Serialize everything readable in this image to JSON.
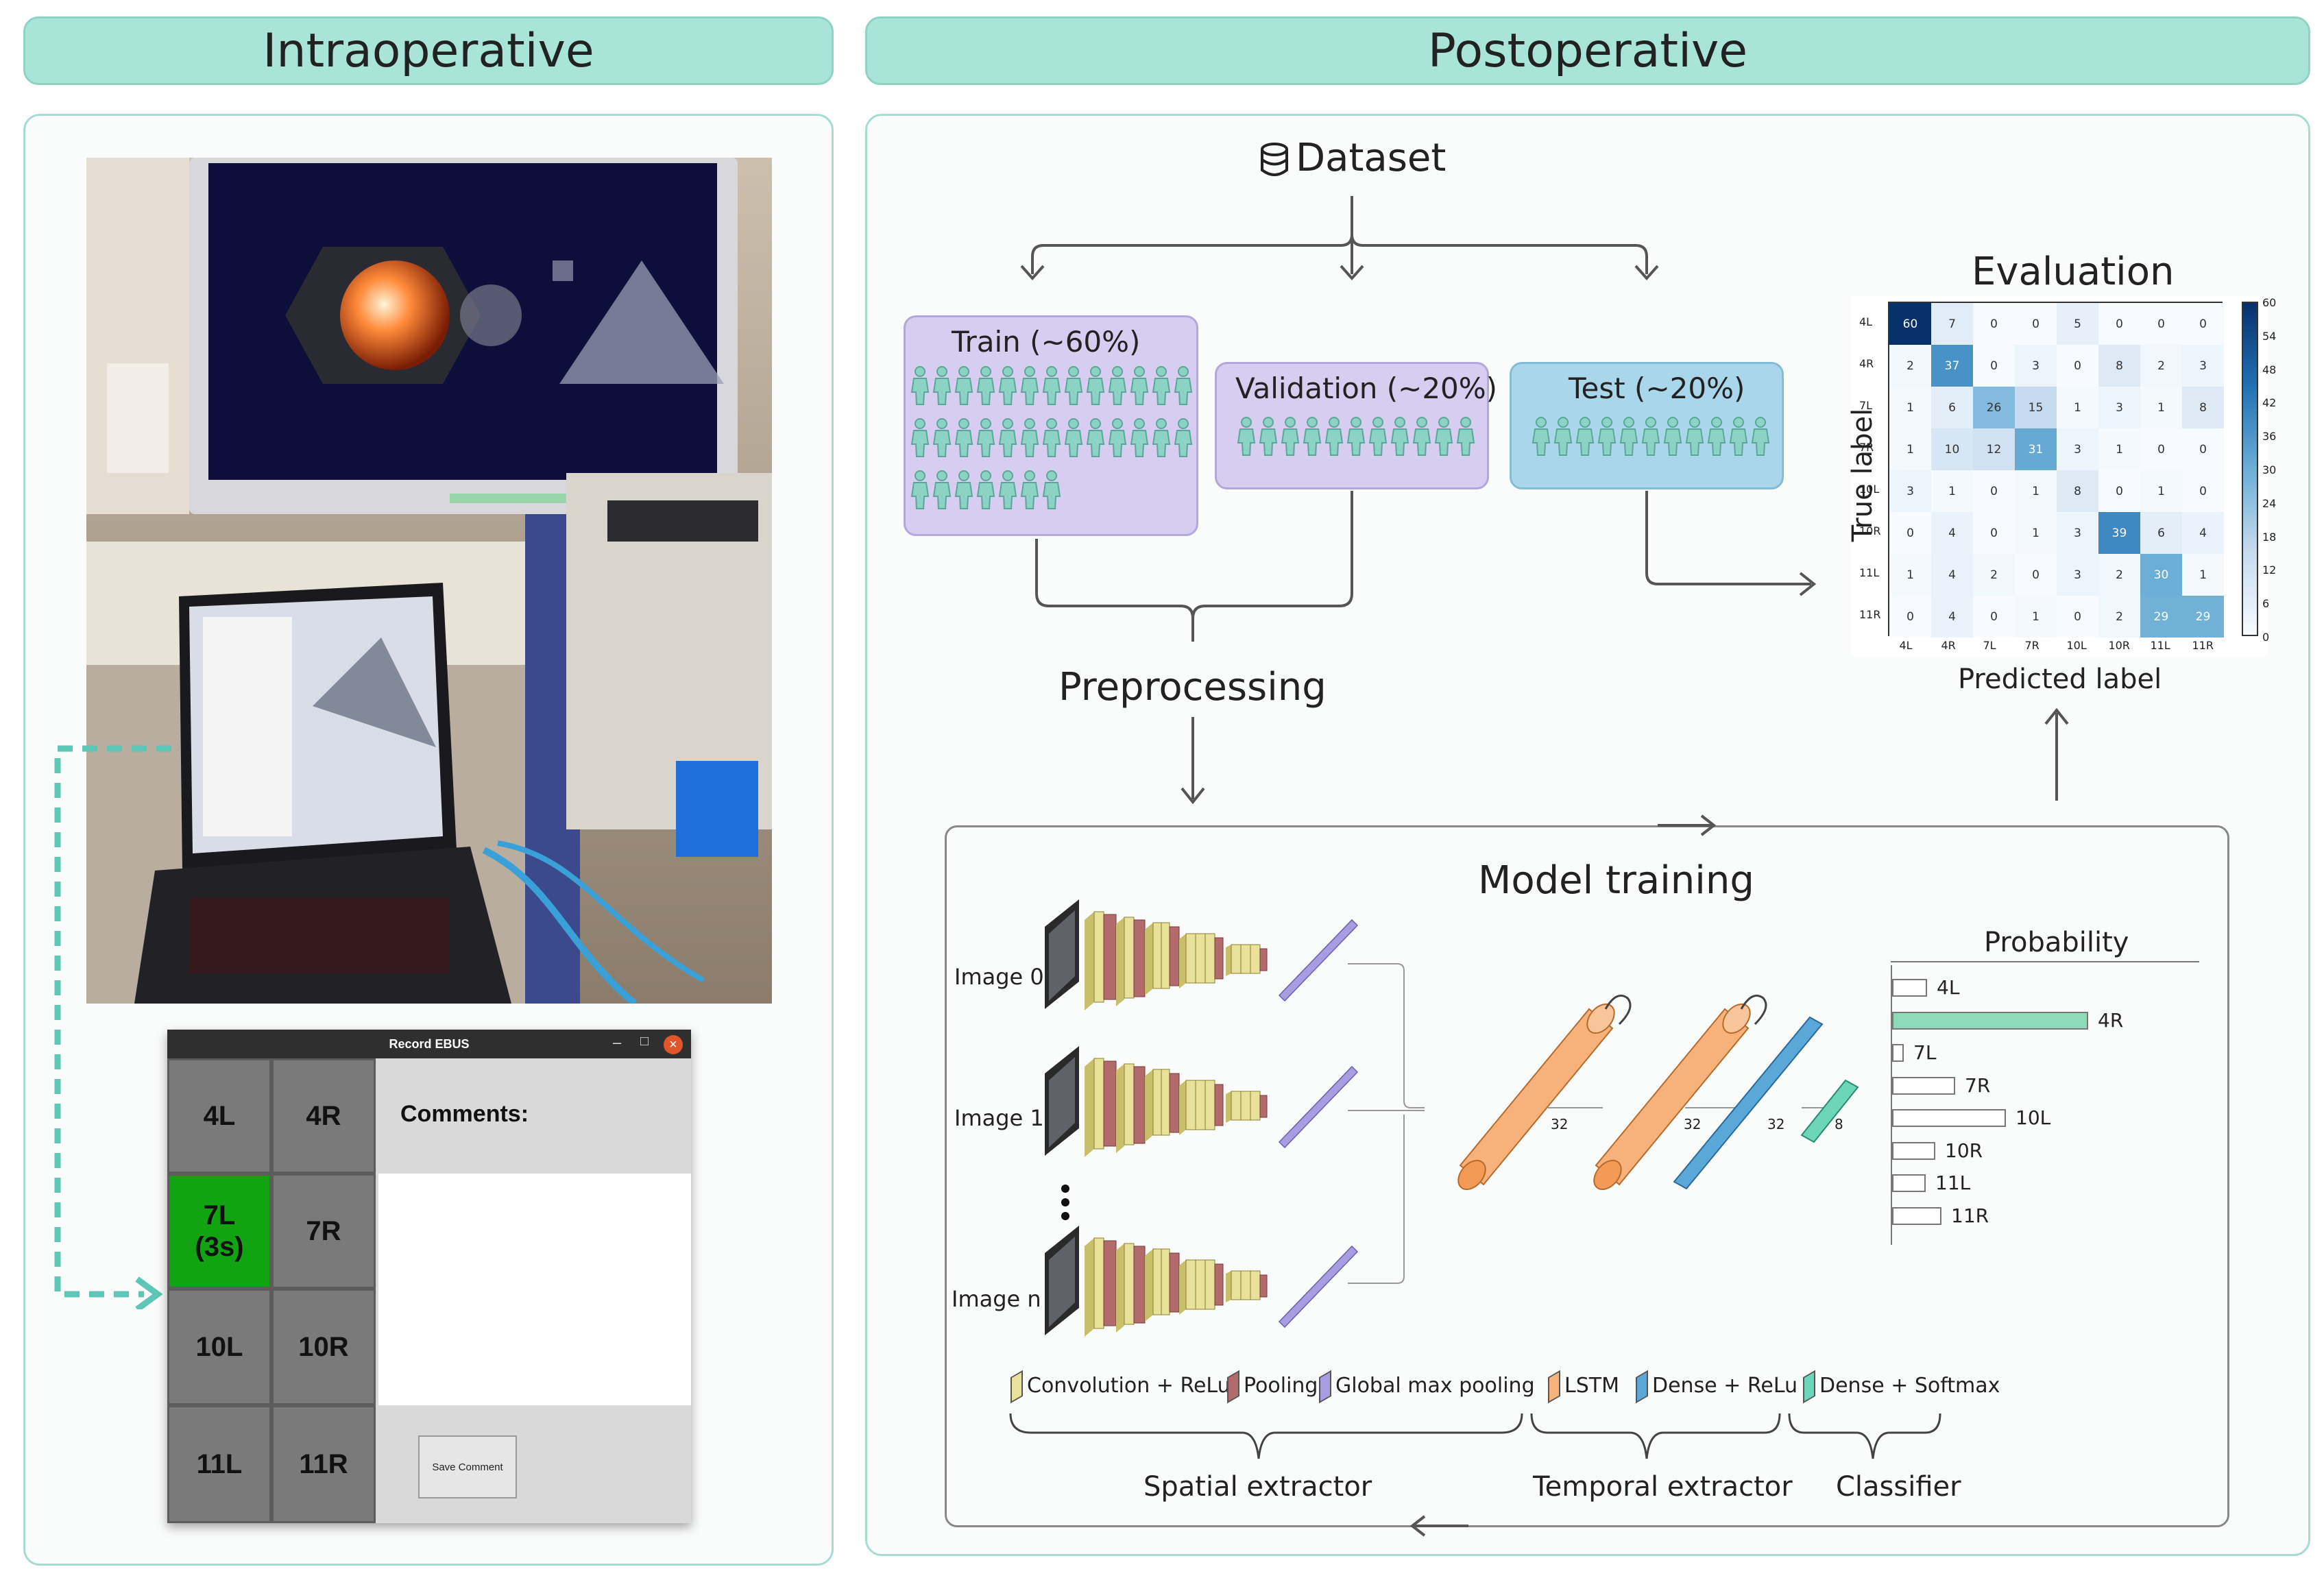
{
  "headers": {
    "intraoperative": "Intraoperative",
    "postoperative": "Postoperative"
  },
  "ebus_app": {
    "title": "Record EBUS",
    "window_controls": [
      "–",
      "□",
      "×"
    ],
    "stations": [
      {
        "label": "4L",
        "active": false
      },
      {
        "label": "4R",
        "active": false
      },
      {
        "label": "7L\n(3s)",
        "active": true
      },
      {
        "label": "7R",
        "active": false
      },
      {
        "label": "10L",
        "active": false
      },
      {
        "label": "10R",
        "active": false
      },
      {
        "label": "11L",
        "active": false
      },
      {
        "label": "11R",
        "active": false
      }
    ],
    "comments_label": "Comments:",
    "save_button": "Save Comment"
  },
  "dataset": {
    "label": "Dataset",
    "splits": [
      {
        "label": "Train (~60%)",
        "color": "#d6cdf0"
      },
      {
        "label": "Validation (~20%)",
        "color": "#d6cdf0"
      },
      {
        "label": "Test (~20%)",
        "color": "#a9d6ea"
      }
    ],
    "preprocessing": "Preprocessing"
  },
  "evaluation": {
    "title": "Evaluation",
    "ylabel": "True label",
    "xlabel": "Predicted label",
    "classes": [
      "4L",
      "4R",
      "7L",
      "7R",
      "10L",
      "10R",
      "11L",
      "11R"
    ],
    "matrix": [
      [
        60,
        7,
        0,
        0,
        5,
        0,
        0,
        0
      ],
      [
        2,
        37,
        0,
        3,
        0,
        8,
        2,
        3
      ],
      [
        1,
        6,
        26,
        15,
        1,
        3,
        1,
        8
      ],
      [
        1,
        10,
        12,
        31,
        3,
        1,
        0,
        0
      ],
      [
        3,
        1,
        0,
        1,
        8,
        0,
        1,
        0
      ],
      [
        0,
        4,
        0,
        1,
        3,
        39,
        6,
        4
      ],
      [
        1,
        4,
        2,
        0,
        3,
        2,
        30,
        1
      ],
      [
        0,
        4,
        0,
        1,
        0,
        2,
        29,
        29
      ]
    ],
    "colorbar_ticks": [
      "60",
      "54",
      "48",
      "42",
      "36",
      "30",
      "24",
      "18",
      "12",
      "6",
      "0"
    ],
    "vmax": 60
  },
  "model_training": {
    "title": "Model training",
    "inputs": [
      "Image 0",
      "Image 1",
      "Image n"
    ],
    "layer_sizes": [
      "32",
      "32",
      "32",
      "8"
    ],
    "probability_title": "Probability",
    "probabilities": [
      {
        "label": "4L",
        "value": 0.18,
        "highlight": false
      },
      {
        "label": "4R",
        "value": 1.0,
        "highlight": true
      },
      {
        "label": "7L",
        "value": 0.06,
        "highlight": false
      },
      {
        "label": "7R",
        "value": 0.32,
        "highlight": false
      },
      {
        "label": "10L",
        "value": 0.58,
        "highlight": false
      },
      {
        "label": "10R",
        "value": 0.22,
        "highlight": false
      },
      {
        "label": "11L",
        "value": 0.17,
        "highlight": false
      },
      {
        "label": "11R",
        "value": 0.25,
        "highlight": false
      }
    ],
    "legend": [
      {
        "label": "Convolution + ReLu",
        "color": "#e8e19a"
      },
      {
        "label": "Pooling",
        "color": "#b26b6b"
      },
      {
        "label": "Global max pooling",
        "color": "#a79de0"
      },
      {
        "label": "LSTM",
        "color": "#f6b27a"
      },
      {
        "label": "Dense + ReLu",
        "color": "#5aa8d8"
      },
      {
        "label": "Dense + Softmax",
        "color": "#6dd6b8"
      }
    ],
    "groups": [
      "Spatial extractor",
      "Temporal extractor",
      "Classifier"
    ]
  }
}
